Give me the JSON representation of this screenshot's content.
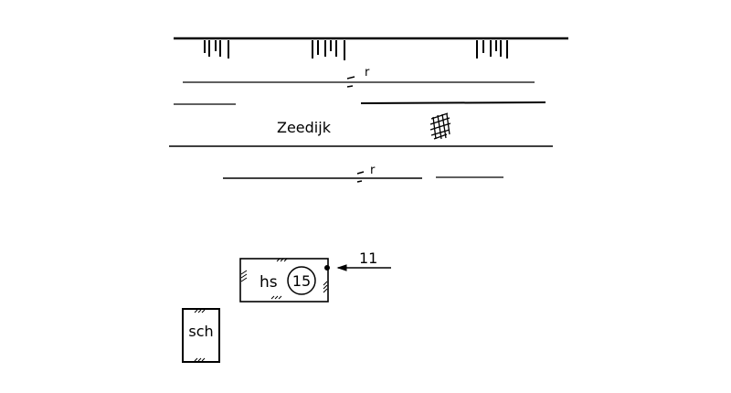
{
  "street": {
    "name": "Zeedijk"
  },
  "building": {
    "label": "hs",
    "number": "15"
  },
  "annex": {
    "label": "sch"
  },
  "pointer": {
    "label": "11"
  },
  "marks": {
    "upper_r": "r",
    "lower_r": "r"
  },
  "colors": {
    "ink": "#000000",
    "background": "#ffffff"
  }
}
